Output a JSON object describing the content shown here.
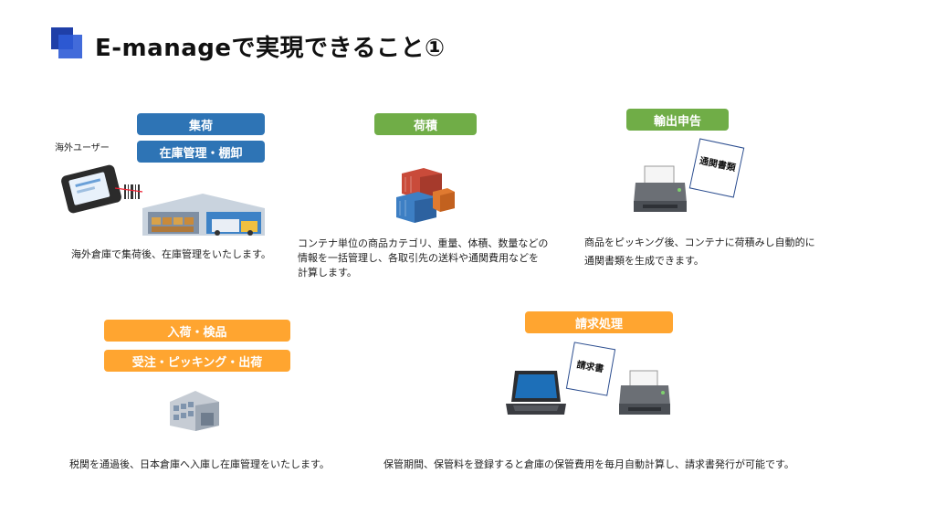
{
  "title": "E-manageで実現できること①",
  "sections": {
    "collect": {
      "labels": [
        "集荷",
        "在庫管理・棚卸"
      ],
      "user_label": "海外ユーザー",
      "description": "海外倉庫で集荷後、在庫管理をいたします。"
    },
    "loading": {
      "label": "荷積",
      "description": [
        "コンテナ単位の商品カテゴリ、重量、体積、数量などの",
        "情報を一括管理し、各取引先の送料や通関費用などを",
        "計算します。"
      ]
    },
    "export": {
      "label": "輸出申告",
      "document_label": "通関書類",
      "description": [
        "商品をピッキング後、コンテナに荷積みし自動的に",
        "通関書類を生成できます。"
      ]
    },
    "inbound": {
      "labels": [
        "入荷・検品",
        "受注・ピッキング・出荷"
      ],
      "description": "税関を通過後、日本倉庫へ入庫し在庫管理をいたします。"
    },
    "billing": {
      "label": "請求処理",
      "document_label": "請求書",
      "description": "保管期間、保管料を登録すると倉庫の保管費用を毎月自動計算し、請求書発行が可能です。"
    }
  },
  "colors": {
    "blue": "#2e74b5",
    "green": "#70ad47",
    "orange": "#ffa530",
    "title_mark": "#1f3fa8"
  }
}
